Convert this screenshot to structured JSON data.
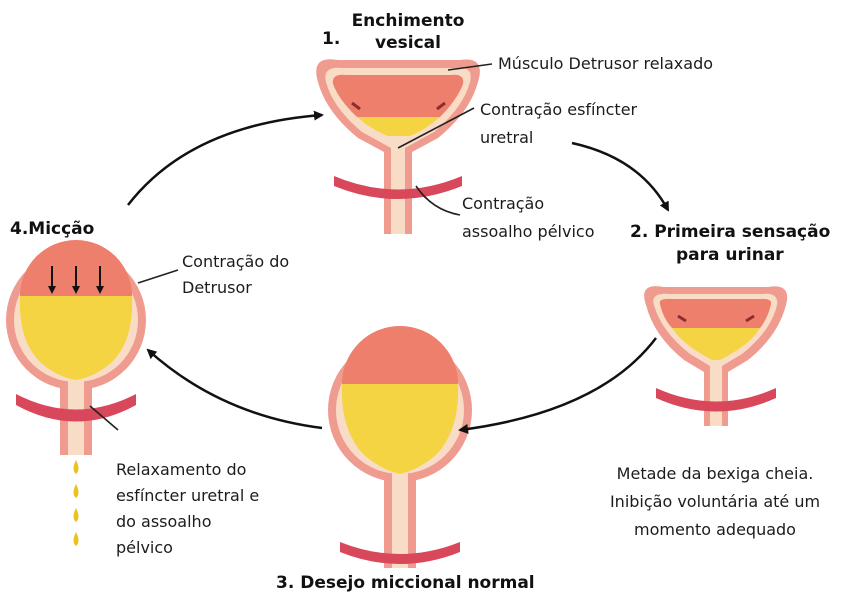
{
  "stages": {
    "s1": {
      "number": "1.",
      "title_line1": "Enchimento",
      "title_line2": "vesical"
    },
    "s2": {
      "title_line1": "2. Primeira sensação",
      "title_line2": "para urinar"
    },
    "s3": {
      "title": "3. Desejo miccional normal"
    },
    "s4": {
      "title": "4.Micção"
    }
  },
  "labels": {
    "detrusor_relaxed": "Músculo Detrusor relaxado",
    "sphincter_line1": "Contração esfíncter",
    "sphincter_line2": "uretral",
    "pelvic_line1": "Contração",
    "pelvic_line2": "assoalho pélvico",
    "detrusor_contraction_line1": "Contração do",
    "detrusor_contraction_line2": "Detrusor",
    "relax_line1": "Relaxamento do",
    "relax_line2": "esfíncter uretral e",
    "relax_line3": "do assoalho",
    "relax_line4": "pélvico",
    "half_line1": "Metade da bexiga cheia.",
    "half_line2": "Inibição voluntária até um",
    "half_line3": "momento adequado"
  },
  "colors": {
    "muscle": "#ee7f6d",
    "urine": "#f5d443",
    "wall_outer": "#ef9b8f",
    "wall_inner": "#f8dcc6",
    "pelvic": "#d8485a",
    "arrow": "#111111"
  }
}
